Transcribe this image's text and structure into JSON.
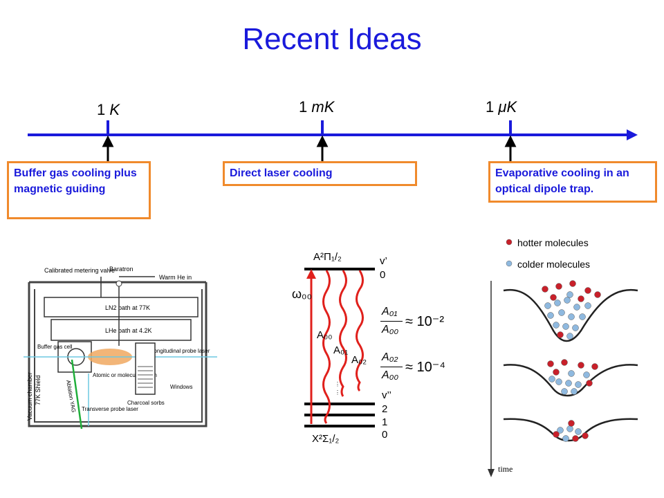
{
  "title": "Recent Ideas",
  "timeline": {
    "ticks": [
      {
        "num": "1",
        "unit": "K",
        "prefix": ""
      },
      {
        "num": "1",
        "unit": "mK",
        "prefix": ""
      },
      {
        "num": "1",
        "unit": "K",
        "prefix": "μ"
      }
    ],
    "boxes": [
      "Buffer gas cooling plus magnetic guiding",
      "Direct laser cooling",
      "Evaporative cooling in an optical dipole trap."
    ]
  },
  "apparatus": {
    "labels": {
      "valve": "Calibrated metering valve",
      "baratron": "Baratron",
      "warm_he": "Warm He in",
      "ln2": "LN2 bath at 77K",
      "lhe": "LHe bath at 4.2K",
      "buffer": "Buffer gas cell",
      "atomic": "Atomic or molecular beam",
      "long": "Longitudinal probe laser",
      "windows": "Windows",
      "transverse": "Transverse probe laser",
      "charcoal": "Charcoal sorbs",
      "vacuum": "Vacuum chamber",
      "shield": "77K Shield",
      "yag": "Ablation YAG"
    }
  },
  "levels": {
    "upper_state": "A²Π₁/₂",
    "lower_state": "X²Σ₁/₂",
    "omega": "ω₀₀",
    "v_prime": "v’",
    "v_prime_0": "0",
    "v_dprime": "v’’",
    "v2": "2",
    "v1": "1",
    "v0": "0",
    "a00": "A₀₀",
    "a01": "A₀₁",
    "a02": "A₀₂",
    "ratio1_num": "A₀₁",
    "ratio1_den": "A₀₀",
    "ratio1_val": "≈ 10⁻²",
    "ratio2_num": "A₀₂",
    "ratio2_den": "A₀₀",
    "ratio2_val": "≈ 10⁻⁴"
  },
  "evaporation": {
    "legend": [
      "hotter molecules",
      "colder molecules"
    ],
    "time_label": "time",
    "colors": {
      "hot": "#c8202a",
      "cold": "#8fb9df"
    }
  },
  "colors": {
    "title": "#1a1adb",
    "axis": "#1a1adb",
    "box_border": "#f08a2c",
    "transition": "#e0201c"
  }
}
